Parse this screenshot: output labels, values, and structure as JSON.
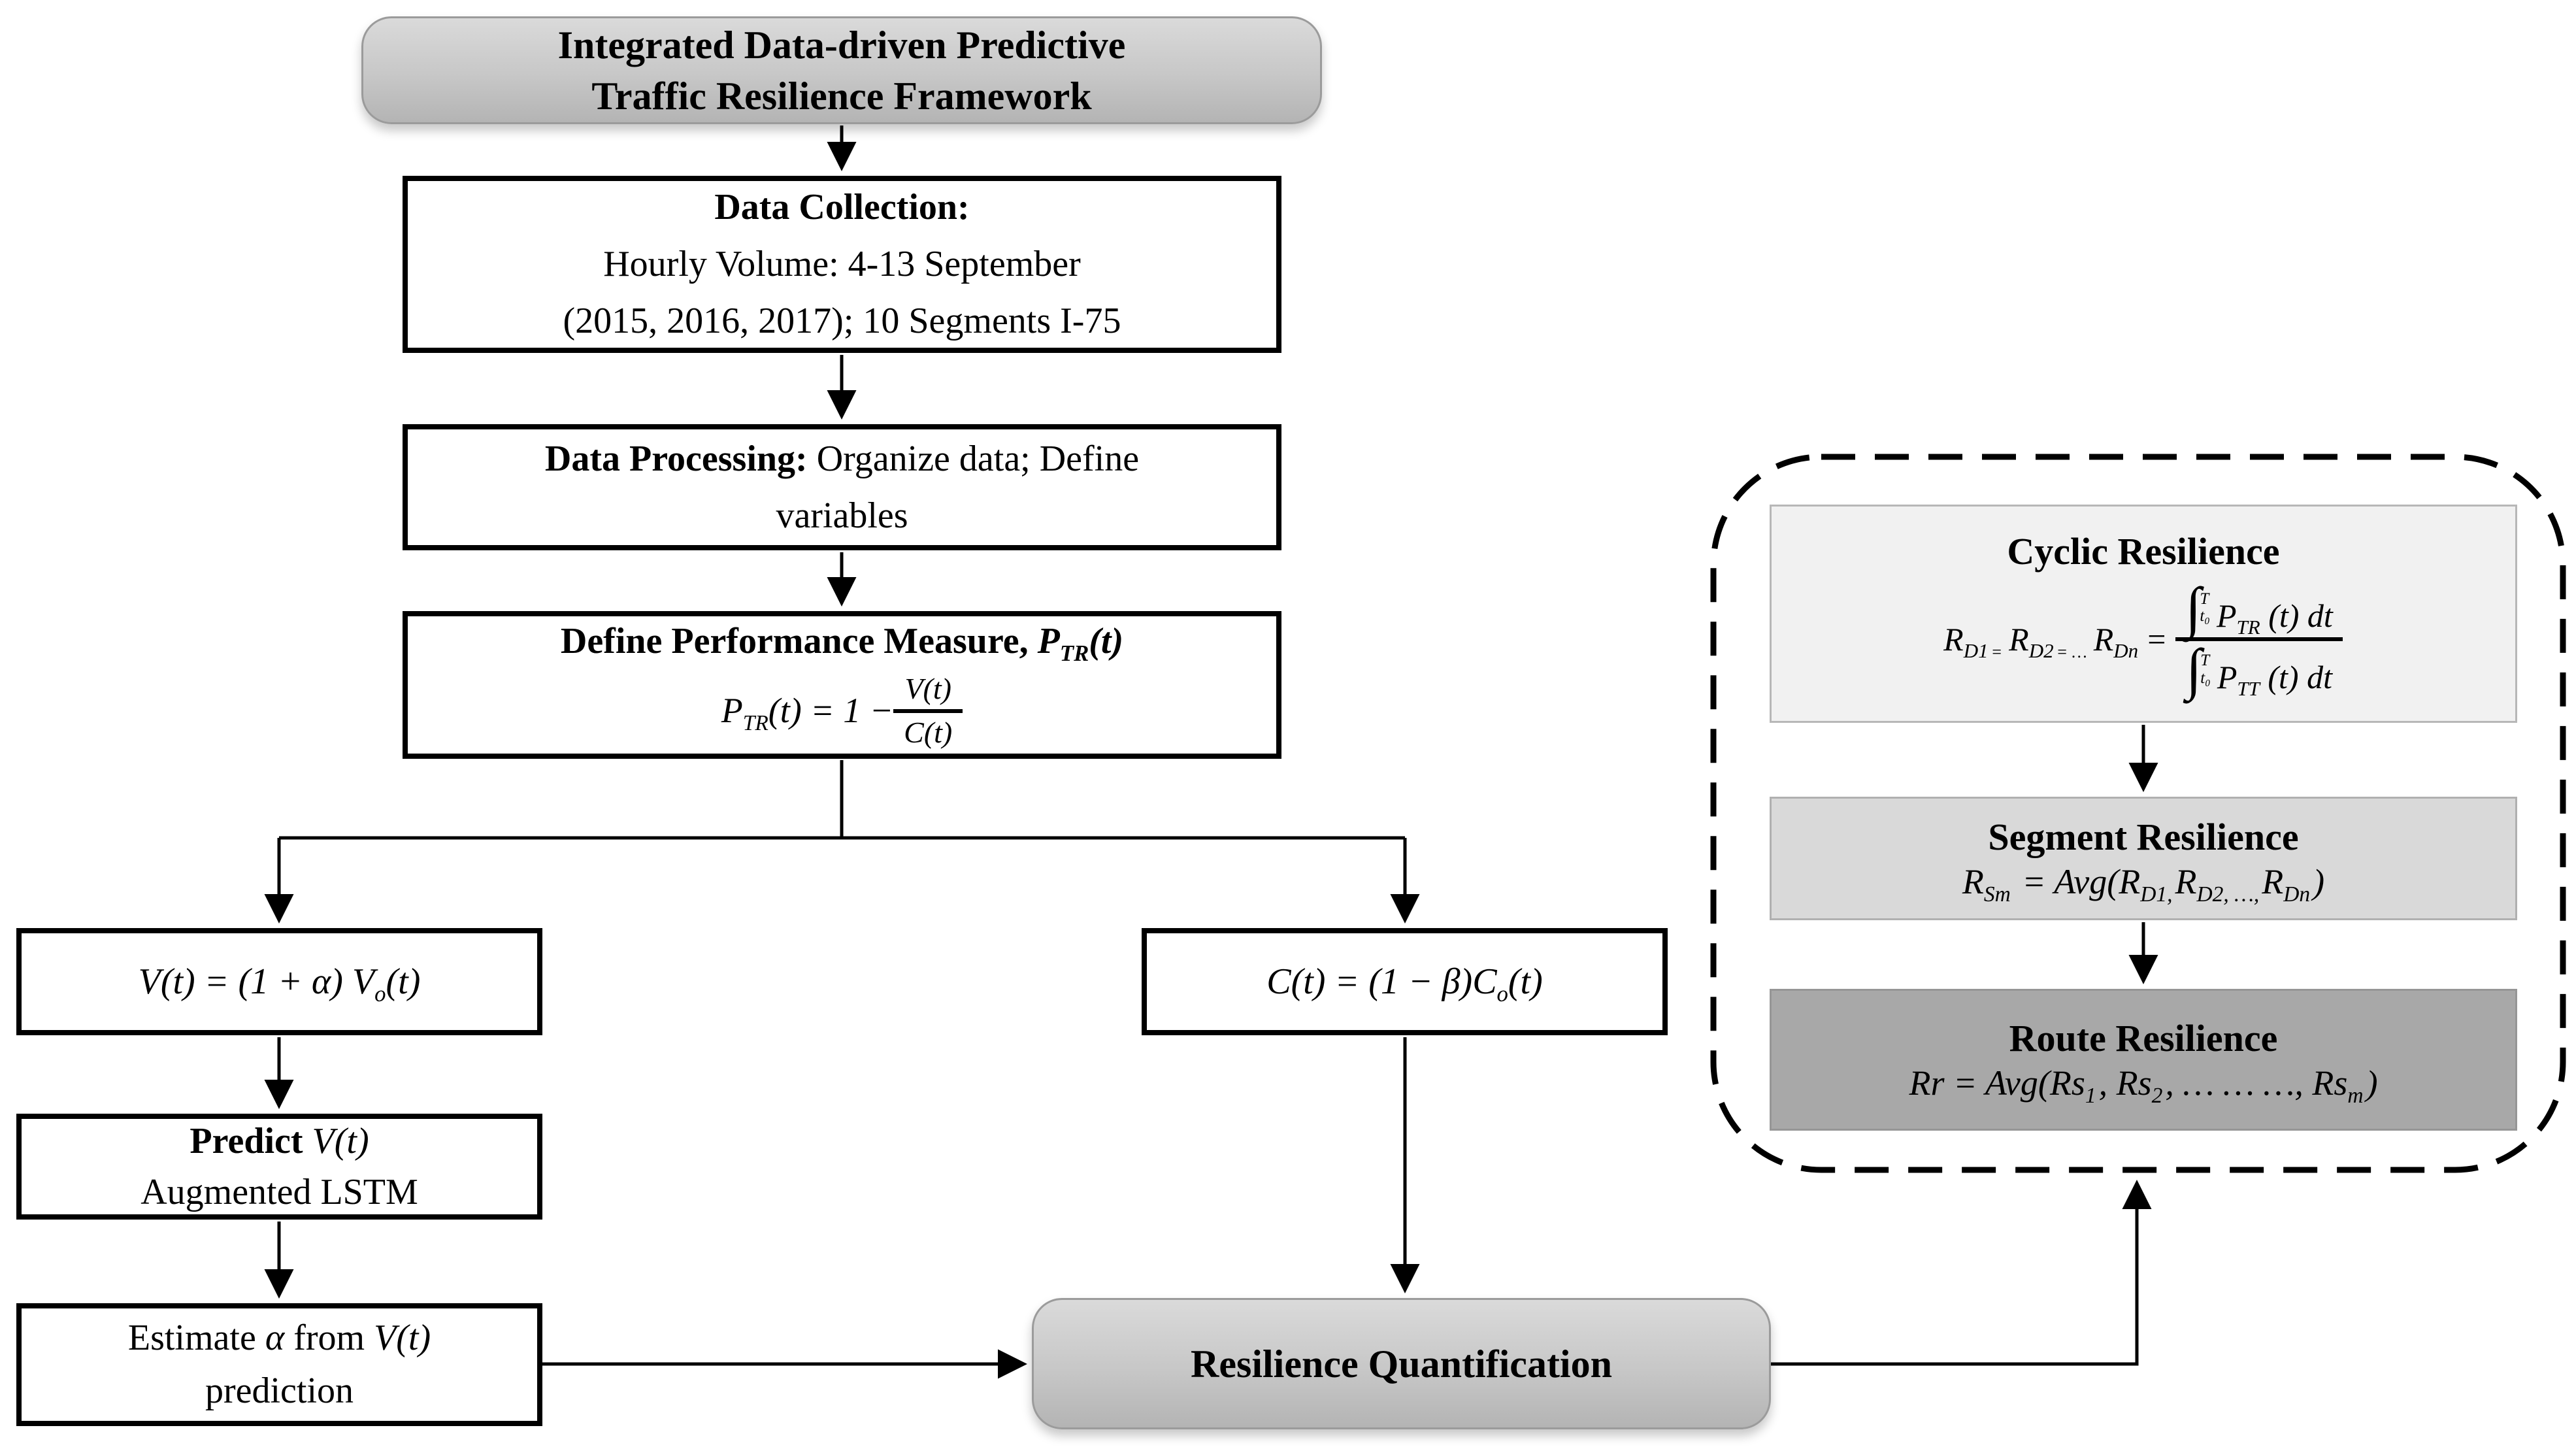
{
  "framework": {
    "line1": "Integrated Data-driven Predictive",
    "line2": "Traffic Resilience Framework"
  },
  "data_collection": {
    "title": "Data Collection:",
    "line1": "Hourly Volume: 4-13 September",
    "line2": "(2015, 2016, 2017); 10 Segments I-75"
  },
  "data_processing": {
    "bold": "Data Processing:",
    "rest": " Organize data; Define",
    "line2": "variables"
  },
  "define_measure": {
    "title": "Define Performance Measure, ",
    "p": "P",
    "p_sub": "TR",
    "p_tail": "(t)",
    "f_lead": "P",
    "f_sub": "TR",
    "f_mid": "(t) = 1 − ",
    "f_num": "V(t)",
    "f_den": "C(t)"
  },
  "volume_eq": {
    "main": "V(t) = (1 + α) V",
    "sub": "o",
    "tail": "(t)"
  },
  "predict": {
    "bold": "Predict ",
    "math": "V(t)",
    "line2": "Augmented LSTM"
  },
  "estimate": {
    "pre": "Estimate ",
    "alpha": "α",
    "mid": " from ",
    "vt": "V(t)",
    "line2": "prediction"
  },
  "capacity_eq": {
    "main": "C(t) = (1 − β)C",
    "sub": "o",
    "tail": "(t)"
  },
  "rq": {
    "label": "Resilience Quantification"
  },
  "cyclic": {
    "title": "Cyclic Resilience",
    "f": {
      "r": "R",
      "s1": "D1",
      "e1": "=",
      "s2": "D2",
      "e2": "= …",
      "s3": "Dn",
      "eq": "=",
      "int": "∫",
      "T": "T",
      "t0": "t₀",
      "p": "P",
      "num_sub": "TR",
      "num_tail": " (t) dt",
      "den_sub": "TT",
      "den_tail": " (t) dt"
    }
  },
  "segment": {
    "title": "Segment Resilience",
    "f": {
      "r": "R",
      "r_sub": "Sm",
      "mid": " = Avg(",
      "b": "R",
      "s1": "D1,",
      "s2": "D2, …,",
      "s3": "Dn",
      "close": ")"
    }
  },
  "route": {
    "title": "Route Resilience",
    "f": {
      "pre": "Rr = Avg(Rs",
      "s1": "1",
      "m1": ", Rs",
      "s2": "2",
      "m2": ", … … …, Rs",
      "s3": "m",
      "close": ")"
    }
  }
}
